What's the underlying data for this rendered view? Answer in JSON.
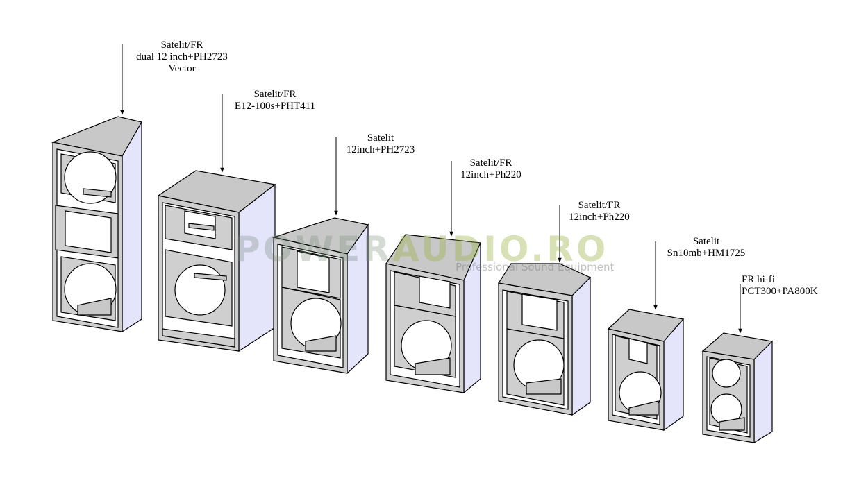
{
  "watermark": {
    "part1": "POWER",
    "part2": "AUDIO.RO",
    "subtitle": "Professional Sound Equipment"
  },
  "labels": [
    {
      "lines": [
        "Satelit/FR",
        "dual 12 inch+PH2723",
        "Vector"
      ]
    },
    {
      "lines": [
        "Satelit/FR",
        "E12-100s+PHT411"
      ]
    },
    {
      "lines": [
        "Satelit",
        "12inch+PH2723"
      ]
    },
    {
      "lines": [
        "Satelit/FR",
        "12inch+Ph220"
      ]
    },
    {
      "lines": [
        "Satelit/FR",
        "12inch+Ph220"
      ]
    },
    {
      "lines": [
        "Satelit",
        "Sn10mb+HM1725"
      ]
    },
    {
      "lines": [
        "FR hi-fi",
        "PCT300+PA800K"
      ]
    }
  ],
  "colors": {
    "top": "#c8c8c8",
    "front": "#cfcfcf",
    "side": "#e4e4fb",
    "interior": "#ffffff",
    "edge": "#000000"
  }
}
